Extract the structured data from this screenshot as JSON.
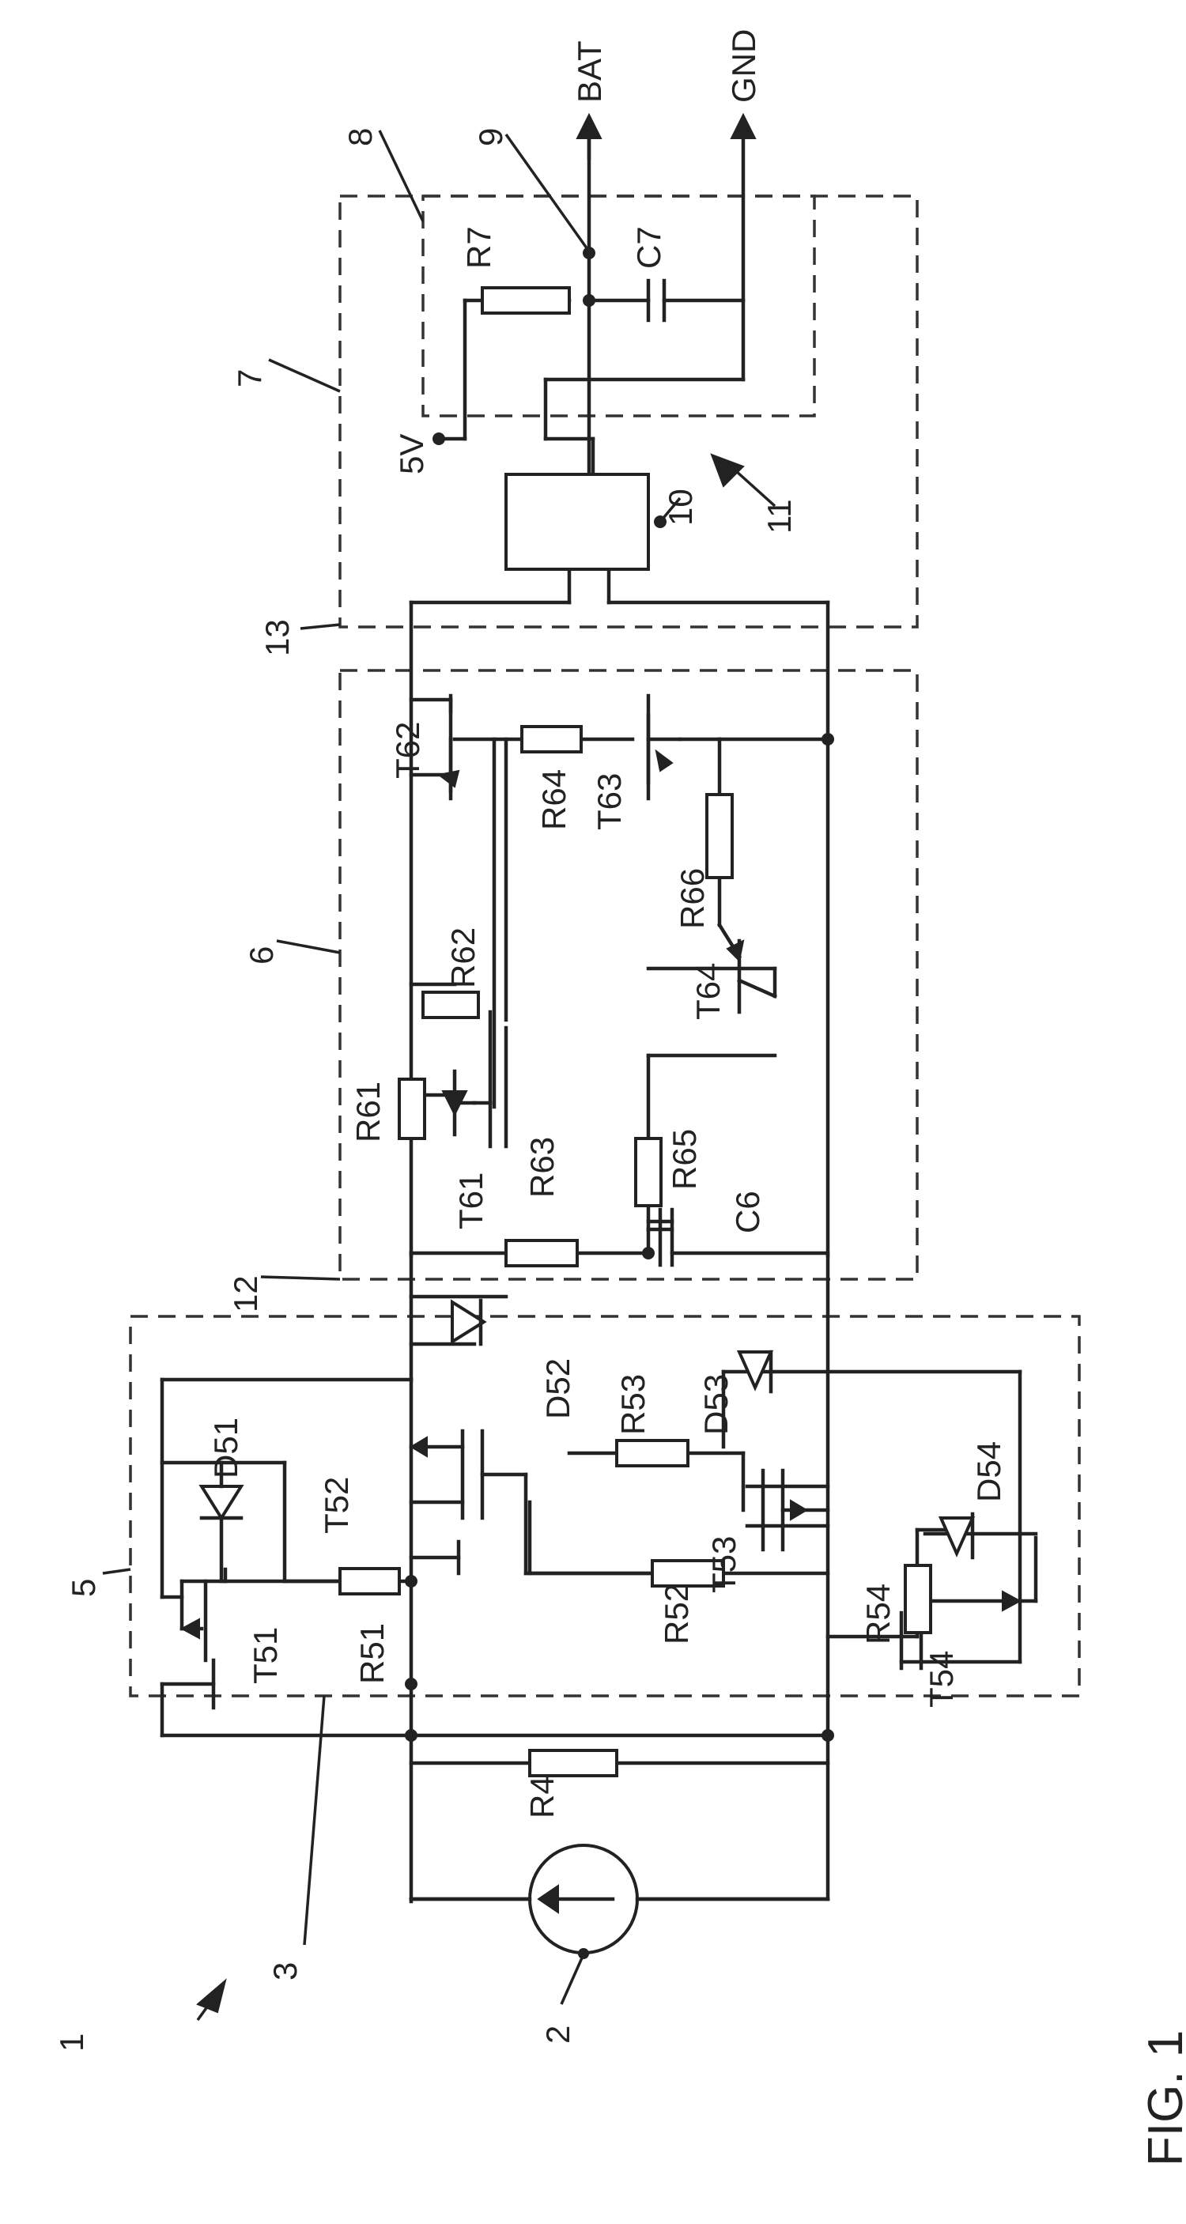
{
  "figure": {
    "caption": "FIG. 1"
  },
  "refs": {
    "r1": "1",
    "r2": "2",
    "r3": "3",
    "r5": "5",
    "r6": "6",
    "r7": "7",
    "r8": "8",
    "r9": "9",
    "r10": "10",
    "r11": "11",
    "r12": "12",
    "r13": "13"
  },
  "terminals": {
    "bat": "BAT",
    "gnd": "GND",
    "v5": "5V"
  },
  "components": {
    "R4": "R4",
    "R51": "R51",
    "R52": "R52",
    "R53": "R53",
    "R54": "R54",
    "T51": "T51",
    "T52": "T52",
    "T53": "T53",
    "T54": "T54",
    "D51": "D51",
    "D52": "D52",
    "D53": "D53",
    "D54": "D54",
    "T61": "T61",
    "T62": "T62",
    "T63": "T63",
    "T64": "T64",
    "R61": "R61",
    "R62": "R62",
    "R63": "R63",
    "R64": "R64",
    "R65": "R65",
    "R66": "R66",
    "C6": "C6",
    "R7": "R7",
    "C7": "C7"
  }
}
